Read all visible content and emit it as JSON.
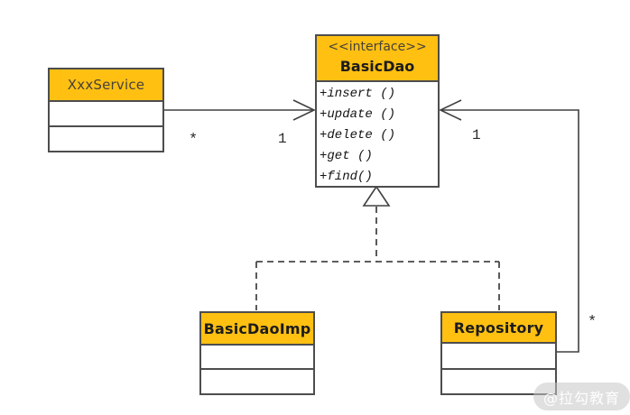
{
  "diagram": {
    "type": "uml-class-diagram",
    "classes": {
      "xxx_service": {
        "title": "XxxService"
      },
      "basic_dao": {
        "stereotype": "<<interface>>",
        "title": "BasicDao",
        "methods": [
          "+insert ()",
          "+update ()",
          "+delete ()",
          "+get ()",
          "+find()"
        ]
      },
      "basic_dao_imp": {
        "title": "BasicDaoImp"
      },
      "repository": {
        "title": "Repository"
      }
    },
    "multiplicities": {
      "service_side": "*",
      "dao_left_side": "1",
      "dao_right_side": "1",
      "repository_side": "*"
    },
    "colors": {
      "header_fill": "#FFC012",
      "box_border": "#4d4d4d",
      "line": "#404040",
      "background": "#ffffff"
    },
    "watermark": "@拉勾教育"
  }
}
